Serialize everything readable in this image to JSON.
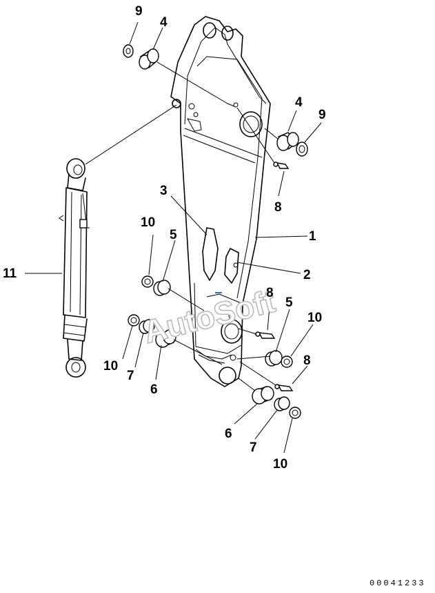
{
  "callouts": {
    "c1": "1",
    "c2": "2",
    "c3": "3",
    "c4_top": "4",
    "c4_right": "4",
    "c5_left": "5",
    "c5_right": "5",
    "c6_left": "6",
    "c6_right": "6",
    "c7_left": "7",
    "c7_right": "7",
    "c8_top": "8",
    "c8_mid": "8",
    "c8_low": "8",
    "c9_top": "9",
    "c9_right": "9",
    "c10_a": "10",
    "c10_b": "10",
    "c10_c": "10",
    "c10_d": "10",
    "c11": "11"
  },
  "watermark": "AutoSoft",
  "drawing_code": "00041233",
  "colors": {
    "line": "#000000",
    "watermark_outline": "#bbbbbb",
    "accent_mark": "#1a3cc8"
  }
}
